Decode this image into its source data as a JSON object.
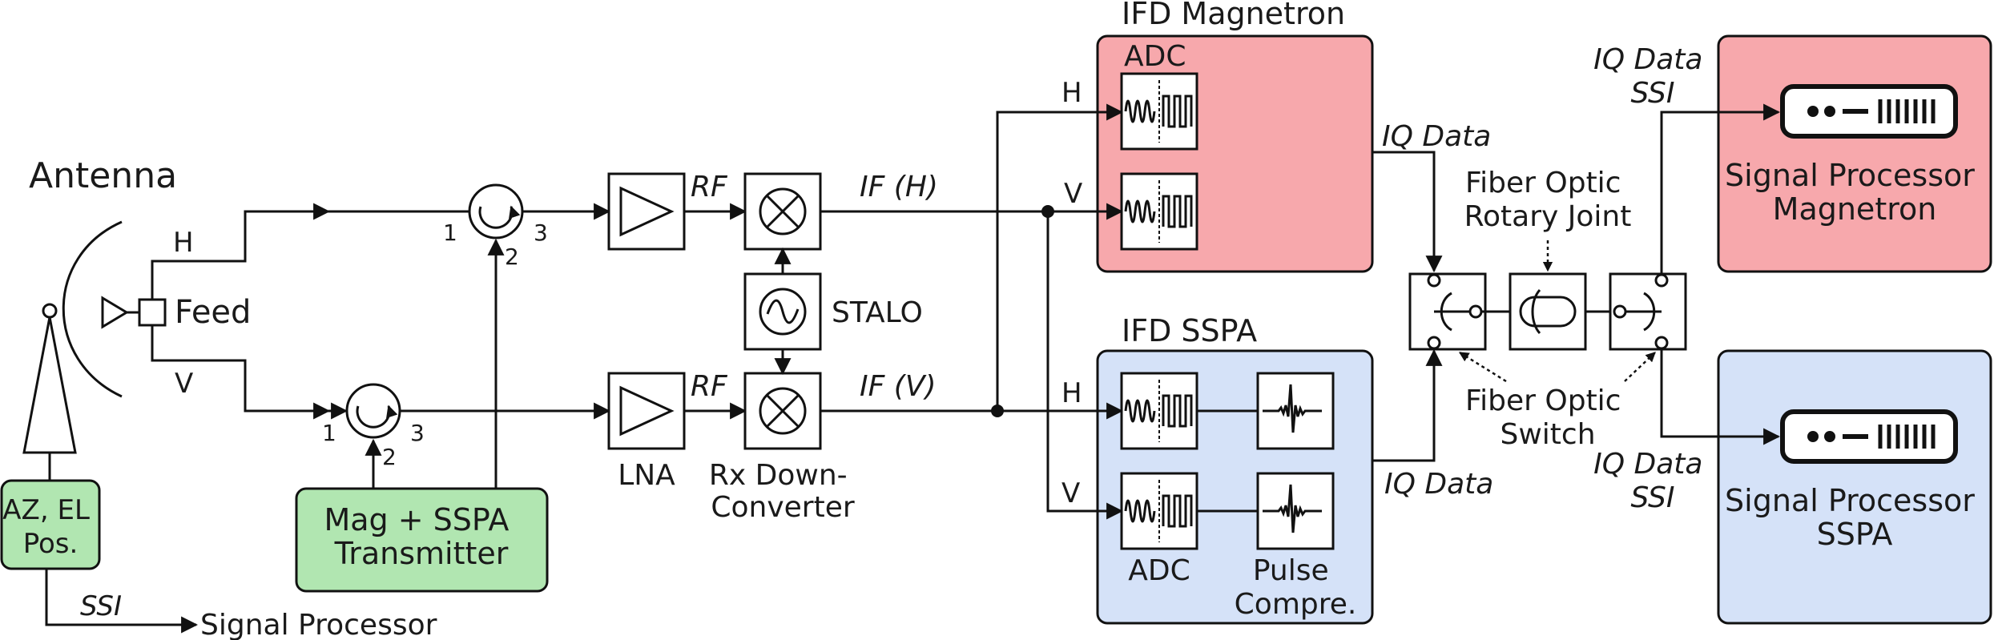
{
  "labels": {
    "antenna": "Antenna",
    "feed": "Feed",
    "feed_h": "H",
    "feed_v": "V",
    "az_el": [
      "AZ, EL",
      "Pos."
    ],
    "transmitter": [
      "Mag + SSPA",
      "Transmitter"
    ],
    "port1_top": "1",
    "port2_top": "2",
    "port3_top": "3",
    "port1_bot": "1",
    "port2_bot": "2",
    "port3_bot": "3",
    "rf_top": "RF",
    "rf_bot": "RF",
    "lna": "LNA",
    "stalo": "STALO",
    "rx_down": [
      "Rx Down-",
      "Converter"
    ],
    "if_h": "IF (H)",
    "if_v": "IF (V)",
    "split_v_top": "V",
    "split_h_top": "H",
    "split_h_bot": "H",
    "split_v_bot": "V",
    "ifd_magnetron": "IFD Magnetron",
    "adc_top": "ADC",
    "ifd_sspa": "IFD SSPA",
    "adc_bot": "ADC",
    "pulse_compre": [
      "Pulse",
      "Compre."
    ],
    "iq_data_top": "IQ Data",
    "iq_data_bot": "IQ Data",
    "fiber_optic_rotary_joint": [
      "Fiber Optic",
      "Rotary Joint"
    ],
    "fiber_optic_switch": [
      "Fiber Optic",
      "Switch"
    ],
    "iq_ssi_top": [
      "IQ Data",
      "SSI"
    ],
    "iq_ssi_bot": [
      "IQ Data",
      "SSI"
    ],
    "signal_processor_magnetron": [
      "Signal Processor",
      "Magnetron"
    ],
    "signal_processor_sspa": [
      "Signal Processor",
      "SSPA"
    ],
    "ssi": "SSI",
    "signal_processor": "Signal Processor"
  },
  "colors": {
    "green": "#b1e6b1",
    "red": "#f7a8ac",
    "blue": "#d5e2f8",
    "stroke": "#111111"
  },
  "icons": [
    "antenna-icon",
    "circulator-icon",
    "amplifier-icon",
    "mixer-icon",
    "oscillator-icon",
    "adc-icon",
    "pulse-compression-icon",
    "fiber-switch-icon",
    "rotary-joint-icon",
    "server-icon"
  ]
}
